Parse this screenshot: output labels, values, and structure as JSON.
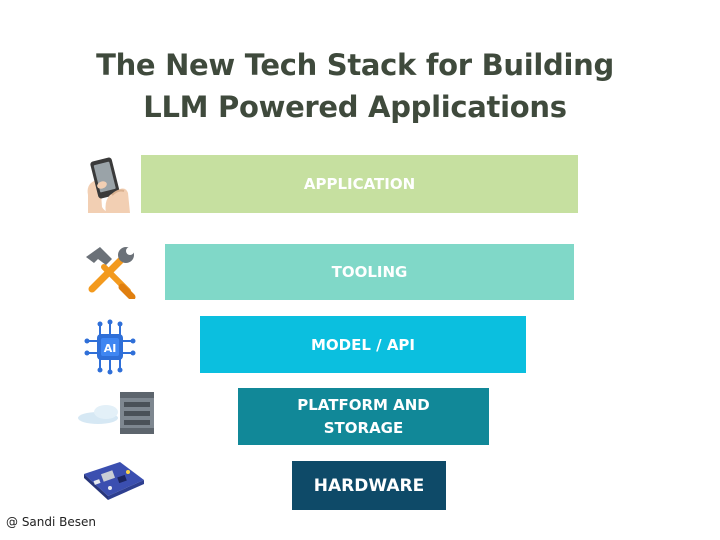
{
  "title": {
    "line1": "The New Tech Stack for Building",
    "line2": "LLM Powered Applications"
  },
  "layers": [
    {
      "label": "APPLICATION",
      "color": "#c6e0a0",
      "icon": "smartphone-hand-icon"
    },
    {
      "label": "TOOLING",
      "color": "#80d8c8",
      "icon": "hammer-wrench-icon"
    },
    {
      "label": "MODEL / API",
      "color": "#0bbfdf",
      "icon": "ai-chip-icon"
    },
    {
      "label_line1": "PLATFORM AND",
      "label_line2": "STORAGE",
      "color": "#118898",
      "icon": "cloud-server-icon"
    },
    {
      "label": "HARDWARE",
      "color": "#0e4a68",
      "icon": "circuit-board-icon"
    }
  ],
  "credit": "@ Sandi Besen"
}
